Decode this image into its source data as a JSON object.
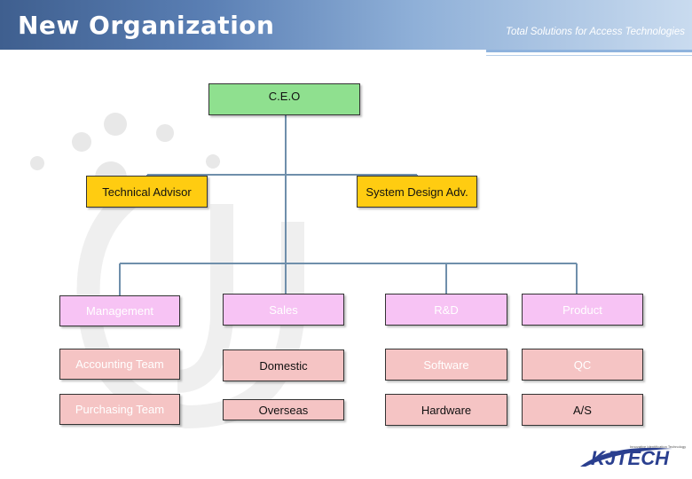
{
  "header": {
    "title": "New Organization",
    "tagline": "Total Solutions for Access Technologies"
  },
  "org": {
    "ceo": "C.E.O",
    "advisors": [
      "Technical Advisor",
      "System Design Adv."
    ],
    "departments": [
      {
        "name": "Management",
        "items": [
          "Accounting Team",
          "Purchasing Team"
        ]
      },
      {
        "name": "Sales",
        "items": [
          "Domestic",
          "Overseas"
        ]
      },
      {
        "name": "R&D",
        "items": [
          "Software",
          "Hardware"
        ]
      },
      {
        "name": "Product",
        "items": [
          "QC",
          "A/S"
        ]
      }
    ]
  },
  "logo": {
    "text": "KJTECH",
    "small_text": "Innovative Identification Technology"
  },
  "colors": {
    "ceo": "#8fe08f",
    "advisor": "#ffcc11",
    "department": "#f7c3f4",
    "team": "#f5c4c4",
    "connector": "#6f8fab",
    "logo_blue": "#2a3f8f"
  }
}
